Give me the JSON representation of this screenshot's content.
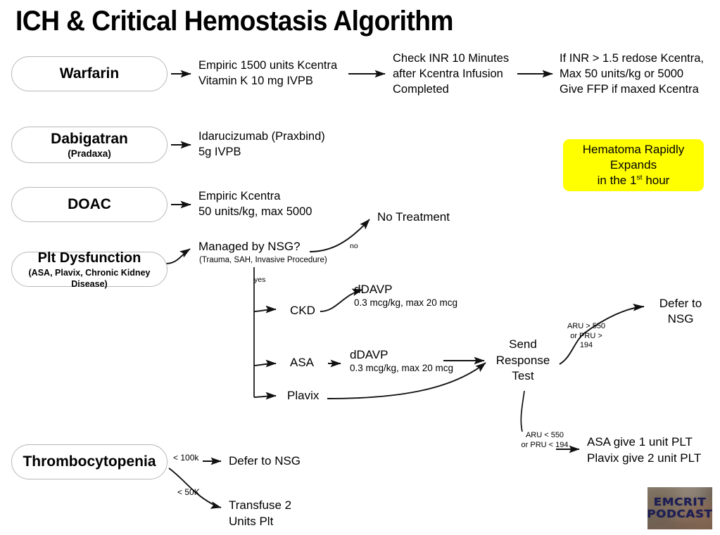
{
  "page": {
    "title": "ICH & Critical Hemostasis Algorithm",
    "accent_yellow": "#ffff00",
    "box_border": "#b9b9b9",
    "logo_navy": "#1d1f54"
  },
  "boxes": {
    "warfarin": {
      "label": "Warfarin",
      "sub": ""
    },
    "dabigatran": {
      "label": "Dabigatran",
      "sub": "(Pradaxa)"
    },
    "doac": {
      "label": "DOAC",
      "sub": ""
    },
    "plt_dysfunction": {
      "label": "Plt Dysfunction",
      "sub": "(ASA, Plavix, Chronic Kidney Disease)"
    },
    "thrombocytopenia": {
      "label": "Thrombocytopenia",
      "sub": ""
    }
  },
  "warfarin_path": {
    "step1": "Empiric 1500 units Kcentra\nVitamin K 10 mg IVPB",
    "step2": "Check INR 10 Minutes\nafter Kcentra Infusion\nCompleted",
    "step3": "If INR > 1.5 redose Kcentra,\nMax 50 units/kg or 5000\nGive FFP if maxed Kcentra"
  },
  "dabigatran_path": {
    "step1": "Idarucizumab (Praxbind)\n5g IVPB"
  },
  "doac_path": {
    "step1": "Empiric Kcentra\n50 units/kg, max 5000"
  },
  "plt_path": {
    "question": "Managed by NSG?",
    "question_sub": "(Trauma, SAH, Invasive Procedure)",
    "label_no": "no",
    "label_yes": "yes",
    "no_treatment": "No Treatment",
    "branch_ckd": "CKD",
    "branch_asa": "ASA",
    "branch_plavix": "Plavix",
    "ddavp_ckd": "dDAVP",
    "ddavp_ckd_dose": "0.3 mcg/kg, max 20 mcg",
    "ddavp_asa": "dDAVP",
    "ddavp_asa_dose": "0.3 mcg/kg, max 20 mcg",
    "send_response_test": "Send\nResponse\nTest",
    "label_aru_high": "ARU > 550\nor PRU > 194",
    "result_defer": "Defer to\nNSG",
    "label_aru_low": "ARU < 550\nor PRU < 194",
    "result_plt": "ASA give 1 unit PLT\nPlavix give 2 unit PLT"
  },
  "thrombocytopenia_path": {
    "label_100k": "< 100k",
    "result_100k": "Defer to NSG",
    "label_50k": "< 50K",
    "result_50k": "Transfuse 2\nUnits Plt"
  },
  "callout": {
    "line1": "Hematoma Rapidly",
    "line2": "Expands",
    "line3_prefix": "in the 1",
    "line3_sup": "st",
    "line3_suffix": " hour"
  },
  "logo": {
    "line1": "EMCRIT",
    "line2": "PODCAST"
  }
}
